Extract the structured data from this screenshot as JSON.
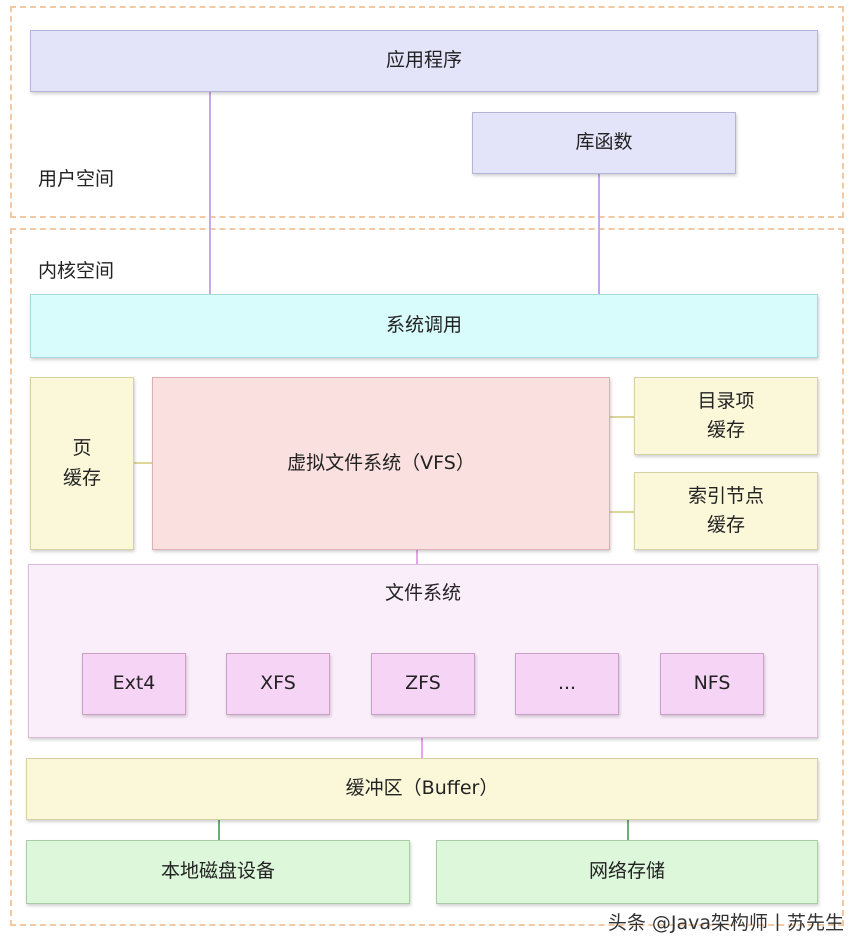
{
  "regions": {
    "user_space": "用户空间",
    "kernel_space": "内核空间"
  },
  "boxes": {
    "application": "应用程序",
    "library": "库函数",
    "syscall": "系统调用",
    "page_cache": "页\n缓存",
    "vfs": "虚拟文件系统（VFS）",
    "dentry_cache": "目录项\n缓存",
    "inode_cache": "索引节点\n缓存",
    "filesystem": "文件系统",
    "buffer": "缓冲区（Buffer）",
    "local_disk": "本地磁盘设备",
    "network_storage": "网络存储"
  },
  "filesystems": [
    "Ext4",
    "XFS",
    "ZFS",
    "...",
    "NFS"
  ],
  "watermark": "头条 @Java架构师丨苏先生",
  "colors": {
    "region_border": "#f2c9a3",
    "application": "#e3e3fa",
    "syscall": "#d8fbfb",
    "cache": "#fbf8da",
    "vfs": "#fbe0e0",
    "filesystem": "#fbeefb",
    "filesystem_item": "#f6d4f6",
    "storage": "#dcf7da"
  }
}
